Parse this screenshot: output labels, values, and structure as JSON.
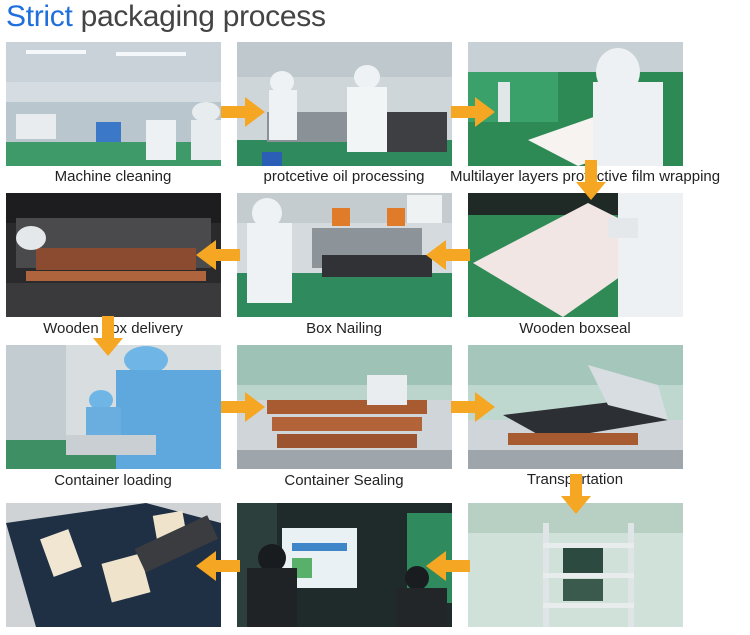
{
  "title": {
    "accent": "Strict",
    "rest": "packaging process"
  },
  "colors": {
    "accent": "#1f6fdc",
    "arrow": "#f5a623"
  },
  "steps": [
    {
      "caption": "Machine cleaning"
    },
    {
      "caption": "protcetive oil processing"
    },
    {
      "caption": "Multilayer layers protective film wrapping"
    },
    {
      "caption": "Wooden box delivery"
    },
    {
      "caption": "Box Nailing"
    },
    {
      "caption": "Wooden boxseal"
    },
    {
      "caption": "Container loading"
    },
    {
      "caption": "Container Sealing"
    },
    {
      "caption": "Transportation"
    },
    {
      "caption": ""
    },
    {
      "caption": ""
    },
    {
      "caption": ""
    }
  ],
  "arrow_icons": [
    "arrow-right-icon",
    "arrow-down-icon",
    "arrow-left-icon"
  ]
}
